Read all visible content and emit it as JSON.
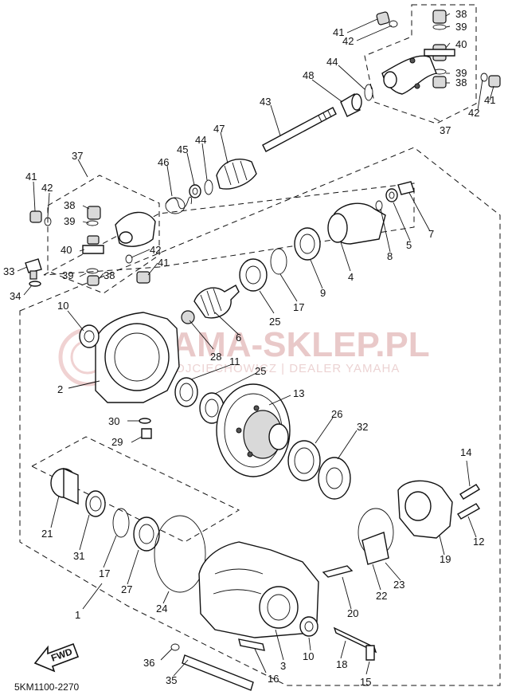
{
  "watermark": {
    "main": "YAMA-SKLEP.PL",
    "sub": "WOJCIECHOWICZ | DEALER YAMAHA"
  },
  "diagram_code": "5KM1100-2270",
  "fwd_label": "FWD",
  "callouts": [
    {
      "id": "c-38a",
      "text": "38"
    },
    {
      "id": "c-39a",
      "text": "39"
    },
    {
      "id": "c-40a",
      "text": "40"
    },
    {
      "id": "c-41a",
      "text": "41"
    },
    {
      "id": "c-42a",
      "text": "42"
    },
    {
      "id": "c-44a",
      "text": "44"
    },
    {
      "id": "c-48",
      "text": "48"
    },
    {
      "id": "c-39b",
      "text": "39"
    },
    {
      "id": "c-38b",
      "text": "38"
    },
    {
      "id": "c-42b",
      "text": "42"
    },
    {
      "id": "c-41b",
      "text": "41"
    },
    {
      "id": "c-43",
      "text": "43"
    },
    {
      "id": "c-37a",
      "text": "37"
    },
    {
      "id": "c-47",
      "text": "47"
    },
    {
      "id": "c-45",
      "text": "45"
    },
    {
      "id": "c-44b",
      "text": "44"
    },
    {
      "id": "c-46",
      "text": "46"
    },
    {
      "id": "c-37b",
      "text": "37"
    },
    {
      "id": "c-41c",
      "text": "41"
    },
    {
      "id": "c-42c",
      "text": "42"
    },
    {
      "id": "c-38c",
      "text": "38"
    },
    {
      "id": "c-39c",
      "text": "39"
    },
    {
      "id": "c-40b",
      "text": "40"
    },
    {
      "id": "c-42d",
      "text": "42"
    },
    {
      "id": "c-41d",
      "text": "41"
    },
    {
      "id": "c-39d",
      "text": "39"
    },
    {
      "id": "c-38d",
      "text": "38"
    },
    {
      "id": "c-33",
      "text": "33"
    },
    {
      "id": "c-34",
      "text": "34"
    },
    {
      "id": "c-10a",
      "text": "10"
    },
    {
      "id": "c-2",
      "text": "2"
    },
    {
      "id": "c-28",
      "text": "28"
    },
    {
      "id": "c-6",
      "text": "6"
    },
    {
      "id": "c-25a",
      "text": "25"
    },
    {
      "id": "c-17a",
      "text": "17"
    },
    {
      "id": "c-9",
      "text": "9"
    },
    {
      "id": "c-4",
      "text": "4"
    },
    {
      "id": "c-8",
      "text": "8"
    },
    {
      "id": "c-5",
      "text": "5"
    },
    {
      "id": "c-7",
      "text": "7"
    },
    {
      "id": "c-11",
      "text": "11"
    },
    {
      "id": "c-25b",
      "text": "25"
    },
    {
      "id": "c-13",
      "text": "13"
    },
    {
      "id": "c-26",
      "text": "26"
    },
    {
      "id": "c-32",
      "text": "32"
    },
    {
      "id": "c-30",
      "text": "30"
    },
    {
      "id": "c-29",
      "text": "29"
    },
    {
      "id": "c-14",
      "text": "14"
    },
    {
      "id": "c-12",
      "text": "12"
    },
    {
      "id": "c-19",
      "text": "19"
    },
    {
      "id": "c-21",
      "text": "21"
    },
    {
      "id": "c-31",
      "text": "31"
    },
    {
      "id": "c-17b",
      "text": "17"
    },
    {
      "id": "c-27",
      "text": "27"
    },
    {
      "id": "c-24",
      "text": "24"
    },
    {
      "id": "c-1",
      "text": "1"
    },
    {
      "id": "c-23",
      "text": "23"
    },
    {
      "id": "c-22",
      "text": "22"
    },
    {
      "id": "c-20",
      "text": "20"
    },
    {
      "id": "c-3",
      "text": "3"
    },
    {
      "id": "c-10b",
      "text": "10"
    },
    {
      "id": "c-18",
      "text": "18"
    },
    {
      "id": "c-36",
      "text": "36"
    },
    {
      "id": "c-16",
      "text": "16"
    },
    {
      "id": "c-15",
      "text": "15"
    },
    {
      "id": "c-35",
      "text": "35"
    }
  ]
}
